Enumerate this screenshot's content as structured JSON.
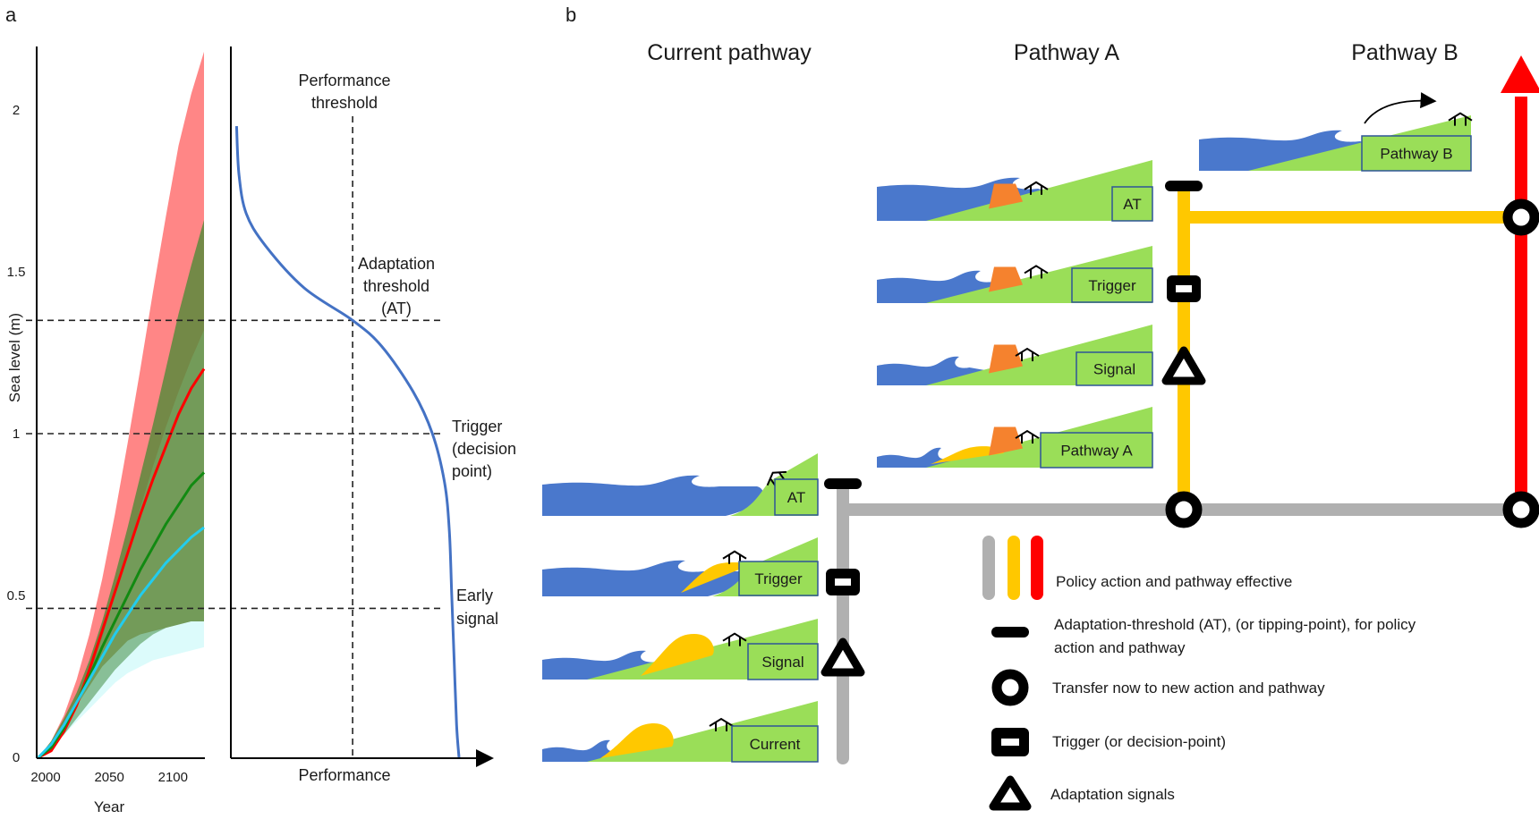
{
  "panels": {
    "a": {
      "label": "a",
      "chart_data": [
        {
          "type": "area",
          "title": "",
          "xlabel": "Year",
          "ylabel": "Sea level (m)",
          "xlim": [
            2000,
            2130
          ],
          "ylim": [
            0,
            2.2
          ],
          "xticks": [
            "2000",
            "2050",
            "2100"
          ],
          "xtick_values": [
            2000,
            2050,
            2100
          ],
          "yticks": [
            "0",
            "0.5",
            "1",
            "1.5",
            "2"
          ],
          "ytick_values": [
            0,
            0.5,
            1,
            1.5,
            2
          ],
          "grid": false,
          "x": [
            2000,
            2010,
            2020,
            2030,
            2040,
            2050,
            2060,
            2070,
            2080,
            2090,
            2100,
            2110,
            2120,
            2130
          ],
          "bands": [
            {
              "name": "high-scenario-range",
              "color": "#ff8080",
              "lower": [
                0,
                0.03,
                0.09,
                0.16,
                0.25,
                0.37,
                0.5,
                0.63,
                0.77,
                0.9,
                1.02,
                1.13,
                1.23,
                1.32
              ],
              "upper": [
                0,
                0.05,
                0.13,
                0.24,
                0.38,
                0.55,
                0.75,
                0.97,
                1.2,
                1.44,
                1.67,
                1.89,
                2.05,
                2.18
              ]
            },
            {
              "name": "mid-scenario-range",
              "color": "#5a8a3c",
              "lower": [
                0,
                0.03,
                0.07,
                0.12,
                0.17,
                0.22,
                0.27,
                0.31,
                0.35,
                0.38,
                0.4,
                0.41,
                0.42,
                0.42
              ],
              "upper": [
                0,
                0.05,
                0.12,
                0.2,
                0.3,
                0.42,
                0.56,
                0.71,
                0.87,
                1.03,
                1.2,
                1.37,
                1.52,
                1.66
              ]
            },
            {
              "name": "low-scenario-range",
              "color": "#a8f4f4",
              "lower": [
                0,
                0.03,
                0.07,
                0.11,
                0.15,
                0.19,
                0.23,
                0.26,
                0.28,
                0.3,
                0.31,
                0.32,
                0.33,
                0.34
              ],
              "upper": [
                0,
                0.04,
                0.1,
                0.16,
                0.22,
                0.28,
                0.32,
                0.36,
                0.38,
                0.39,
                0.4,
                0.41,
                0.42,
                0.42
              ]
            }
          ],
          "series": [
            {
              "name": "high-scenario-median",
              "color": "#ff0000",
              "values": [
                0,
                0.02,
                0.08,
                0.16,
                0.27,
                0.39,
                0.51,
                0.63,
                0.75,
                0.86,
                0.96,
                1.06,
                1.14,
                1.2
              ]
            },
            {
              "name": "mid-scenario-median",
              "color": "#128a12",
              "values": [
                0,
                0.03,
                0.09,
                0.17,
                0.25,
                0.34,
                0.42,
                0.5,
                0.58,
                0.65,
                0.72,
                0.78,
                0.84,
                0.88
              ]
            },
            {
              "name": "low-scenario-median",
              "color": "#22ccee",
              "values": [
                0,
                0.04,
                0.1,
                0.17,
                0.24,
                0.31,
                0.38,
                0.44,
                0.5,
                0.55,
                0.6,
                0.64,
                0.68,
                0.71
              ]
            }
          ],
          "reference_lines": [
            {
              "name": "adaptation-threshold-level",
              "axis": "y",
              "value": 1.35
            },
            {
              "name": "trigger-level",
              "axis": "y",
              "value": 1.0
            },
            {
              "name": "early-signal-level",
              "axis": "y",
              "value": 0.46
            }
          ]
        },
        {
          "type": "line",
          "title": "",
          "xlabel": "Performance",
          "ylabel": "",
          "xlim": [
            0,
            1
          ],
          "ylim": [
            0,
            2.2
          ],
          "grid": false,
          "series": [
            {
              "name": "performance-curve",
              "color": "#4472c4",
              "points": [
                [
                  0.02,
                  1.95
                ],
                [
                  0.03,
                  1.8
                ],
                [
                  0.06,
                  1.68
                ],
                [
                  0.14,
                  1.58
                ],
                [
                  0.3,
                  1.45
                ],
                [
                  0.5,
                  1.35
                ],
                [
                  0.62,
                  1.27
                ],
                [
                  0.75,
                  1.13
                ],
                [
                  0.83,
                  1.0
                ],
                [
                  0.88,
                  0.85
                ],
                [
                  0.9,
                  0.7
                ],
                [
                  0.91,
                  0.5
                ],
                [
                  0.92,
                  0.3
                ],
                [
                  0.93,
                  0.1
                ],
                [
                  0.94,
                  0.0
                ]
              ]
            }
          ],
          "reference_lines": [
            {
              "name": "performance-threshold-line",
              "axis": "x",
              "value": 0.5
            }
          ],
          "annotations": [
            {
              "name": "performance-threshold-label",
              "text": "Performance threshold"
            },
            {
              "name": "adaptation-threshold-label",
              "text": "Adaptation threshold (AT)"
            },
            {
              "name": "trigger-label",
              "text": "Trigger (decision point)"
            },
            {
              "name": "early-signal-label",
              "text": "Early signal"
            }
          ]
        }
      ],
      "labels": {
        "ylabel": "Sea level (m)",
        "xlabel": "Year",
        "perf_xlabel": "Performance",
        "perf_threshold_1": "Performance",
        "perf_threshold_2": "threshold",
        "at_1": "Adaptation",
        "at_2": "threshold",
        "at_3": "(AT)",
        "trigger_1": "Trigger",
        "trigger_2": "(decision",
        "trigger_3": "point)",
        "early_1": "Early",
        "early_2": "signal"
      }
    },
    "b": {
      "label": "b",
      "columns": {
        "current": "Current pathway",
        "a": "Pathway A",
        "b": "Pathway B"
      },
      "scenes": {
        "current": [
          {
            "label": "AT"
          },
          {
            "label": "Trigger"
          },
          {
            "label": "Signal"
          },
          {
            "label": "Current"
          }
        ],
        "a": [
          {
            "label": "AT"
          },
          {
            "label": "Trigger"
          },
          {
            "label": "Signal"
          },
          {
            "label": "Pathway A"
          }
        ],
        "b": [
          {
            "label": "Pathway B"
          }
        ]
      },
      "colors": {
        "water": "#4a78cc",
        "land": "#9ade58",
        "nourishment": "#ffc800",
        "dike": "#f5822e",
        "current_line": "#b0b0b0",
        "pathway_a_line": "#ffc800",
        "pathway_b_line": "#ff0000",
        "marker": "#000000",
        "box_border": "#2e5597"
      },
      "legend": [
        {
          "icon": "colored-lines-icon",
          "text": "Policy action and pathway effective"
        },
        {
          "icon": "threshold-bar-icon",
          "text": "Adaptation-threshold (AT), (or tipping-point), for policy",
          "text2": "action and pathway"
        },
        {
          "icon": "transfer-circle-icon",
          "text": "Transfer now to new action and pathway"
        },
        {
          "icon": "trigger-square-icon",
          "text": "Trigger (or decision-point)"
        },
        {
          "icon": "signal-triangle-icon",
          "text": "Adaptation signals"
        }
      ]
    }
  }
}
